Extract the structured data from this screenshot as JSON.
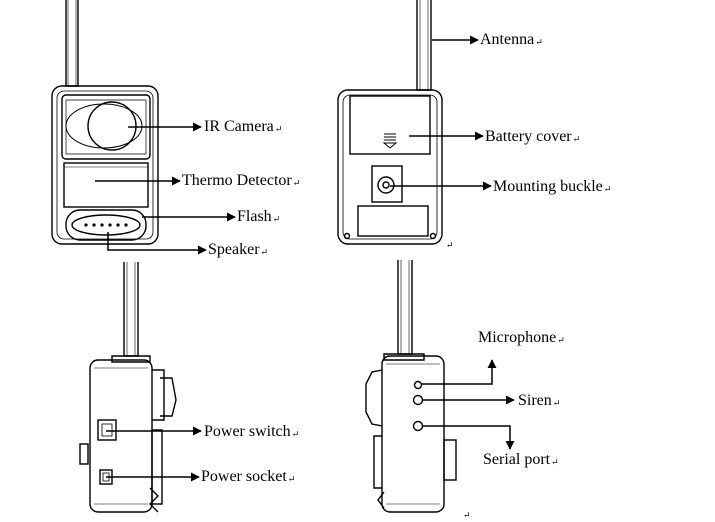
{
  "labels": {
    "antenna": "Antenna",
    "ir_camera": "IR Camera",
    "thermo_detector": "Thermo Detector",
    "flash": "Flash",
    "speaker": "Speaker",
    "battery_cover": "Battery cover",
    "mounting_buckle": "Mounting buckle",
    "power_switch": "Power switch",
    "power_socket": "Power socket",
    "microphone": "Microphone",
    "siren": "Siren",
    "serial_port": "Serial port"
  },
  "return_mark": "↵"
}
